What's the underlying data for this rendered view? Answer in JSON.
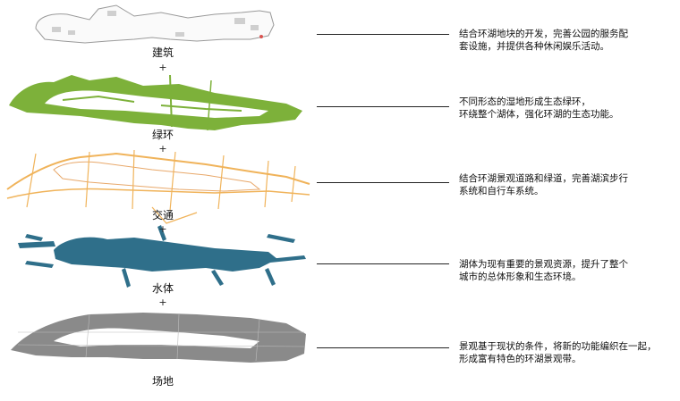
{
  "layers": [
    {
      "name": "建筑",
      "desc": [
        "结合环湖地块的开发，完善公园的服务配",
        "套设施，并提供各种休闲娱乐活动。"
      ]
    },
    {
      "name": "绿环",
      "desc": [
        "不同形态的湿地形成生态绿环，",
        "环绕整个湖体，强化环湖的生态功能。"
      ]
    },
    {
      "name": "交通",
      "desc": [
        "结合环湖景观道路和绿道，完善湖滨步行",
        "系统和自行车系统。"
      ]
    },
    {
      "name": "水体",
      "desc": [
        "湖体为现有重要的景观资源，提升了整个",
        "城市的总体形象和生态环境。"
      ]
    },
    {
      "name": "场地",
      "desc": [
        "景观基于现状的条件，将新的功能编织在一起，",
        "形成富有特色的环湖景观带。"
      ]
    }
  ],
  "plus_symbol": "+",
  "colors": {
    "building_outline": "#9a9a9a",
    "green_ring": "#7db13a",
    "traffic": "#f0b35a",
    "water": "#2f6f8a",
    "site": "#8a8a8a",
    "connector": "#222222"
  }
}
